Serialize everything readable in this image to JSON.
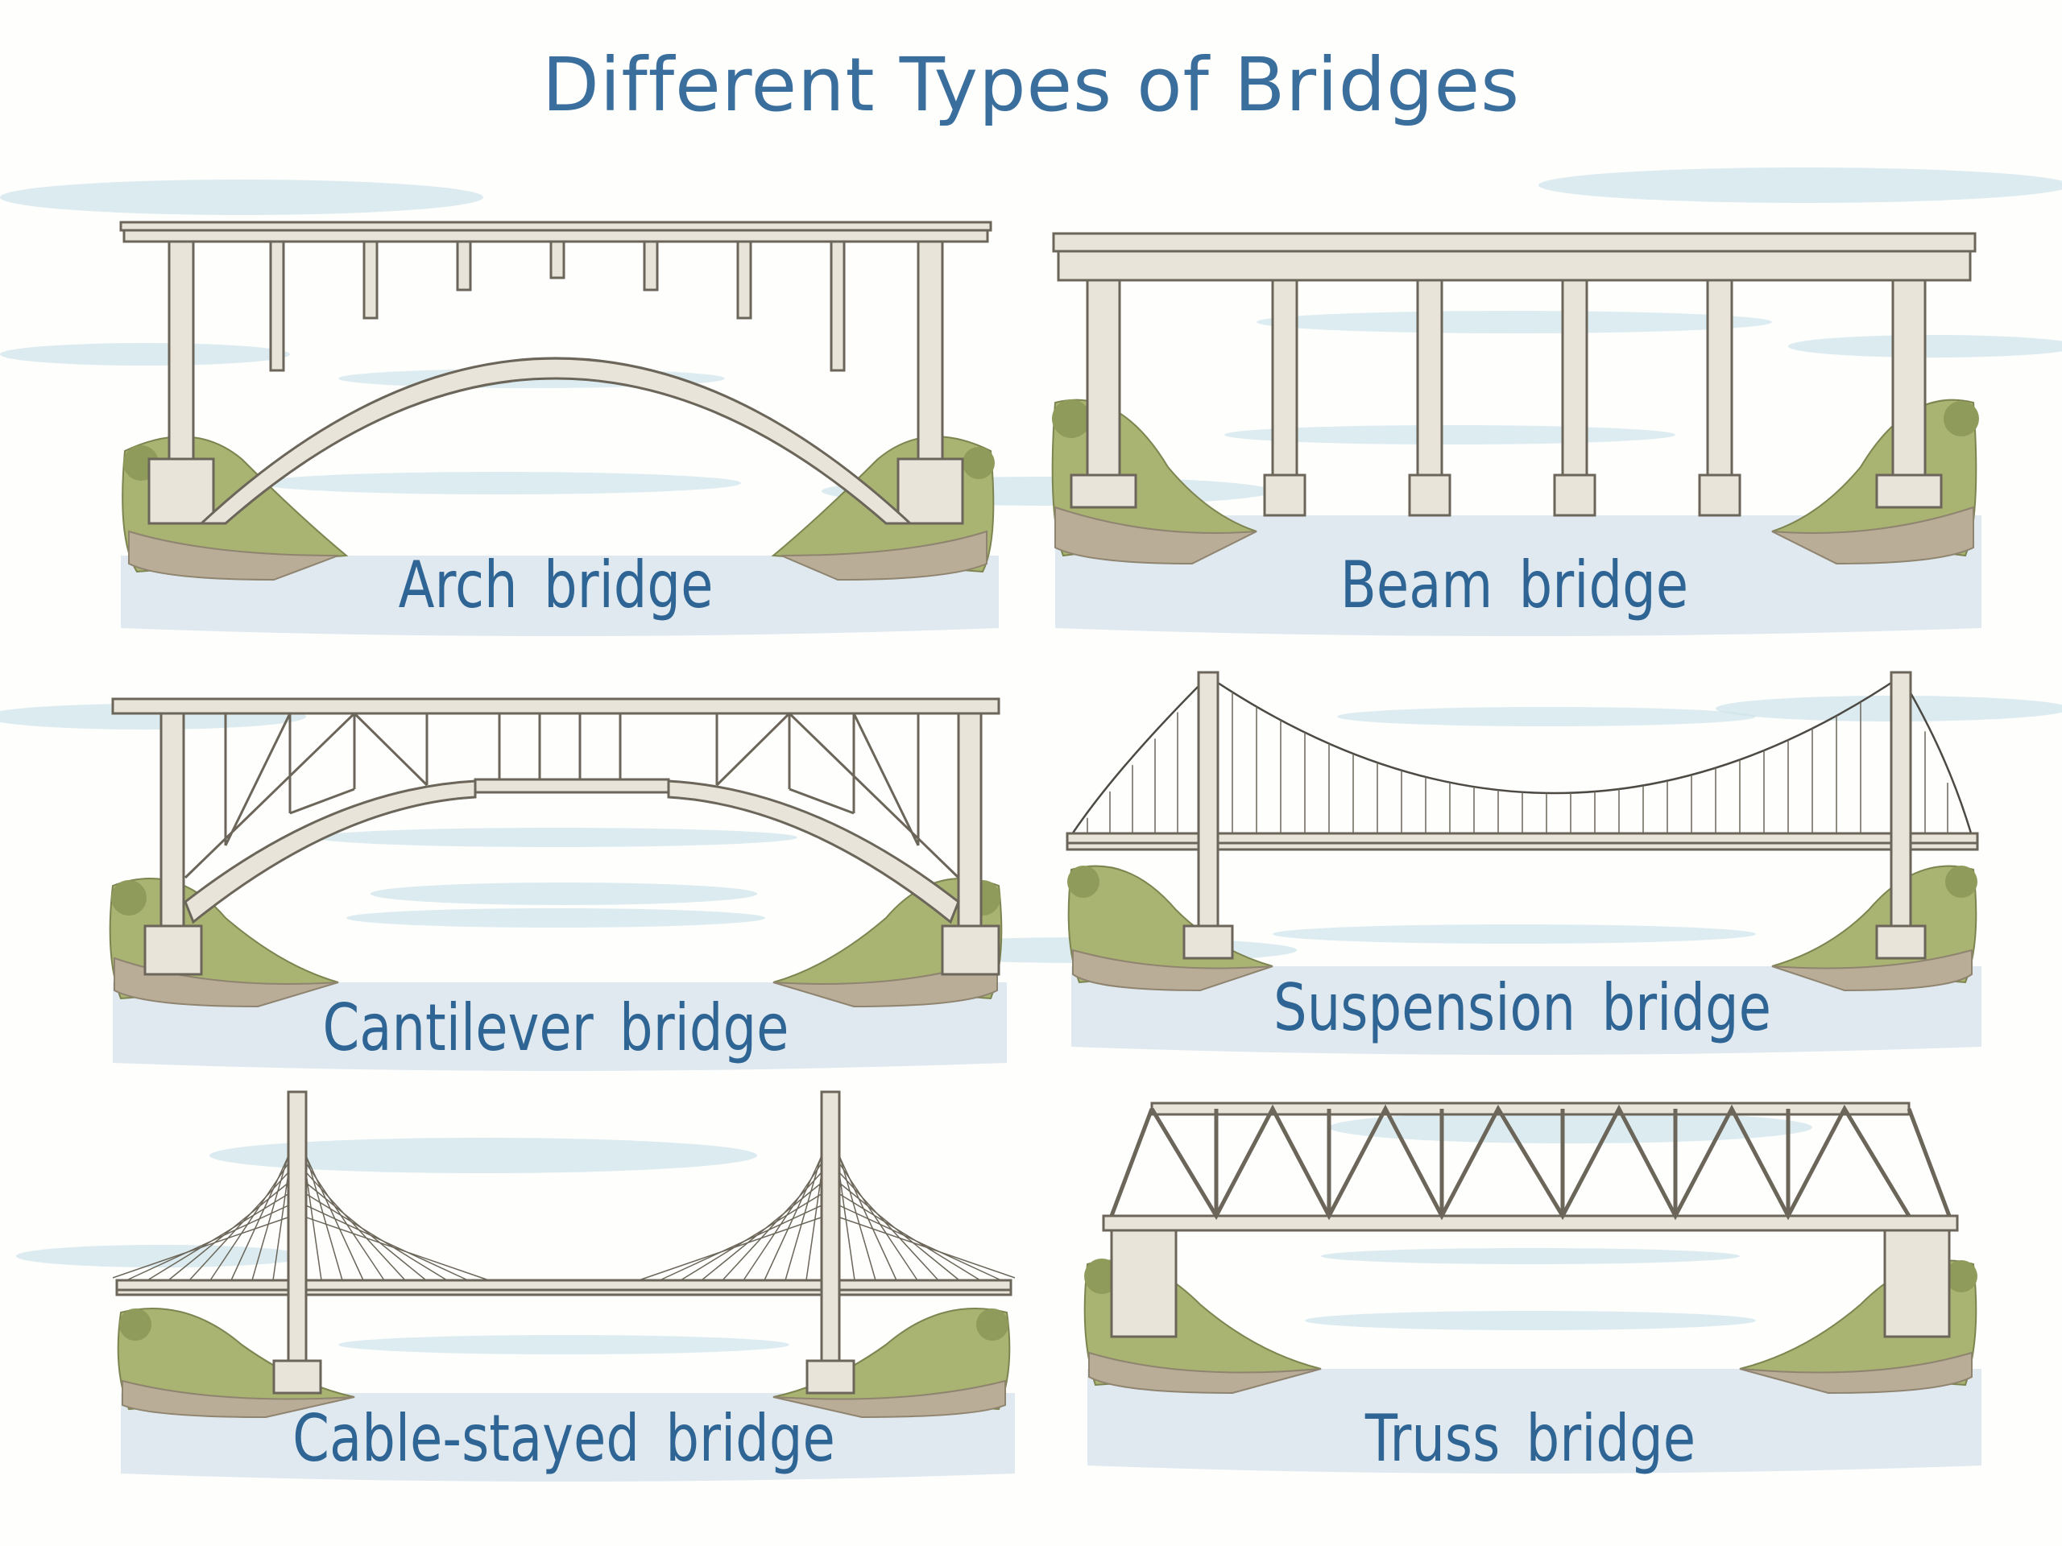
{
  "title": "Different Types of Bridges",
  "bridges": [
    {
      "id": "arch",
      "label": "Arch bridge"
    },
    {
      "id": "beam",
      "label": "Beam bridge"
    },
    {
      "id": "cantilever",
      "label": "Cantilever bridge"
    },
    {
      "id": "suspension",
      "label": "Suspension bridge"
    },
    {
      "id": "cable-stayed",
      "label": "Cable-stayed bridge"
    },
    {
      "id": "truss",
      "label": "Truss bridge"
    }
  ],
  "colors": {
    "title": "#3a6e9c",
    "label": "#2f6594",
    "structure_fill": "#e8e4da",
    "structure_stroke": "#6b6659",
    "water": "#dfe9ef",
    "sky_wash": "#cfe4ea",
    "grass": "#a9b372",
    "rock": "#b9ad97"
  }
}
